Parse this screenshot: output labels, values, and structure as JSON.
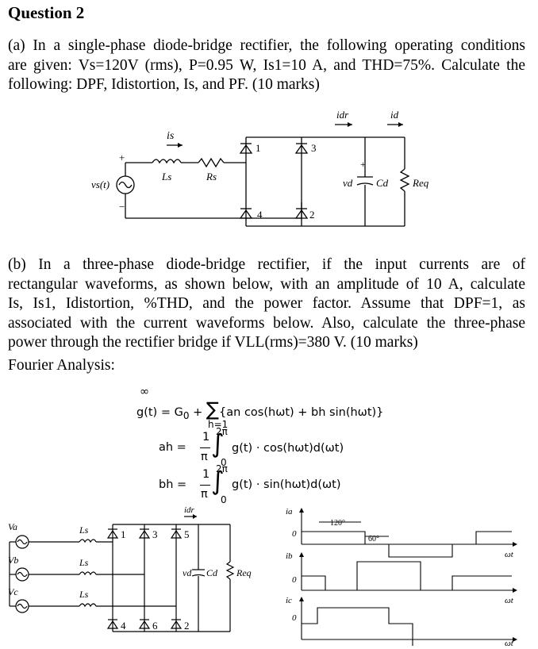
{
  "heading": "Question 2",
  "part_a": {
    "line1": "(a) In a single-phase diode-bridge rectifier, the following operating conditions",
    "line2": "are given: Vs=120V (rms), P=0.95 W, Is1=10 A, and THD=75%. Calculate the",
    "line3": "following: DPF, Idistortion, Is, and PF. (10 marks)"
  },
  "circuit_a": {
    "current_in": "is",
    "source": "vs(t)",
    "plus": "+",
    "minus": "−",
    "Ls": "Ls",
    "Rs": "Rs",
    "idr": "idr",
    "id": "id",
    "vd": "vd",
    "Cd": "Cd",
    "Req": "Req",
    "d1": "1",
    "d2": "2",
    "d3": "3",
    "d4": "4"
  },
  "part_b": {
    "line1": "(b) In a three-phase diode-bridge rectifier, if the input currents are of",
    "line2": "rectangular waveforms, as shown below, with an amplitude of 10 A, calculate",
    "line3": "Is, Is1, Idistortion, %THD, and the power factor. Assume that DPF=1, as",
    "line4": "associated with the current waveforms below. Also, calculate the three-phase",
    "line5": "power through the rectifier bridge if VLL(rms)=380 V. (10 marks)"
  },
  "fourier_label": "Fourier Analysis:",
  "equations": {
    "g_lhs": "g(t) = G",
    "g_sub": "0",
    "g_plus": " + ",
    "sum_top": "∞",
    "sum_sym": "∑",
    "sum_bottom": "h=1",
    "g_body": "{an cos(hωt) + bh sin(hωt)}",
    "a_lhs": "ah =",
    "b_lhs": "bh =",
    "frac_num": "1",
    "frac_den": "π",
    "int_top": "2π",
    "int_bottom": "0",
    "a_body": "g(t) · cos(hωt)d(ωt)",
    "b_body": "g(t) · sin(hωt)d(ωt)"
  },
  "circuit_b": {
    "va": "Va",
    "vb": "Vb",
    "vc": "Vc",
    "Ls": "Ls",
    "idr": "idr",
    "vd": "vd",
    "Cd": "Cd",
    "Req": "Req",
    "d1": "1",
    "d2": "2",
    "d3": "3",
    "d4": "4",
    "d5": "5",
    "d6": "6"
  },
  "waveforms": {
    "ia": "ia",
    "ib": "ib",
    "ic": "ic",
    "zero": "0",
    "wt": "ωt",
    "label_120": "120°",
    "label_60": "60°"
  }
}
